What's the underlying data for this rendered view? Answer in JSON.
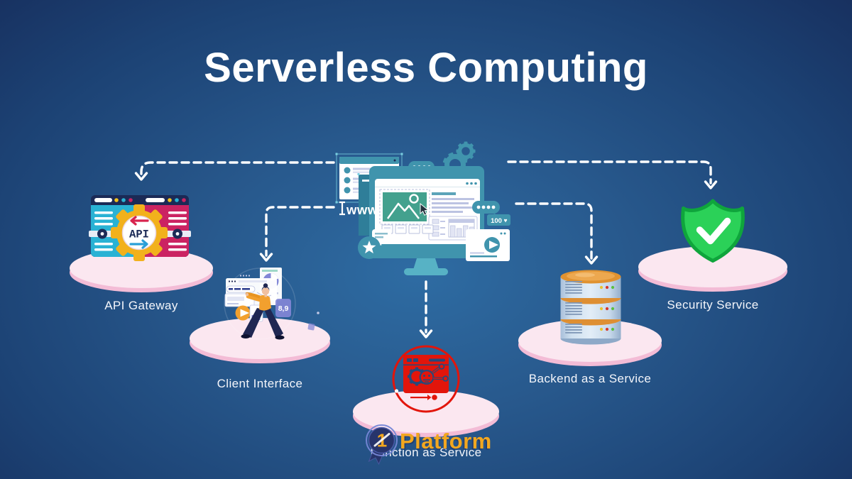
{
  "title": "Serverless Computing",
  "nodes": [
    {
      "id": "api-gateway",
      "label": "API Gateway",
      "icon": "api-gear-browser-icon",
      "icon_text": "API"
    },
    {
      "id": "client-interface",
      "label": "Client Interface",
      "icon": "person-analytics-icon",
      "rating_text": "8,9"
    },
    {
      "id": "function-as-service",
      "label": "Function as Service",
      "icon": "function-browser-icon"
    },
    {
      "id": "backend-as-a-service",
      "label": "Backend as a Service",
      "icon": "database-stack-icon"
    },
    {
      "id": "security-service",
      "label": "Security Service",
      "icon": "shield-check-icon"
    }
  ],
  "center_illustration": {
    "www_text": "www",
    "likes_count": "100"
  },
  "watermark": {
    "brand": "Platform",
    "badge_number": "1"
  },
  "colors": {
    "background_center": "#2e6ca3",
    "background_edge": "#0c0828",
    "disc_fill": "#fbe7f0",
    "disc_rim": "#f3bcd6",
    "illustration_teal": "#4094ad",
    "api_cyan": "#29b2d4",
    "api_crimson": "#cb2362",
    "gear_yellow": "#f2b11c",
    "navy": "#1b2a56",
    "faas_red": "#e2150b",
    "shield_green": "#2bd158",
    "brand_orange": "#f2a71f",
    "arrow_white": "#ffffff"
  }
}
